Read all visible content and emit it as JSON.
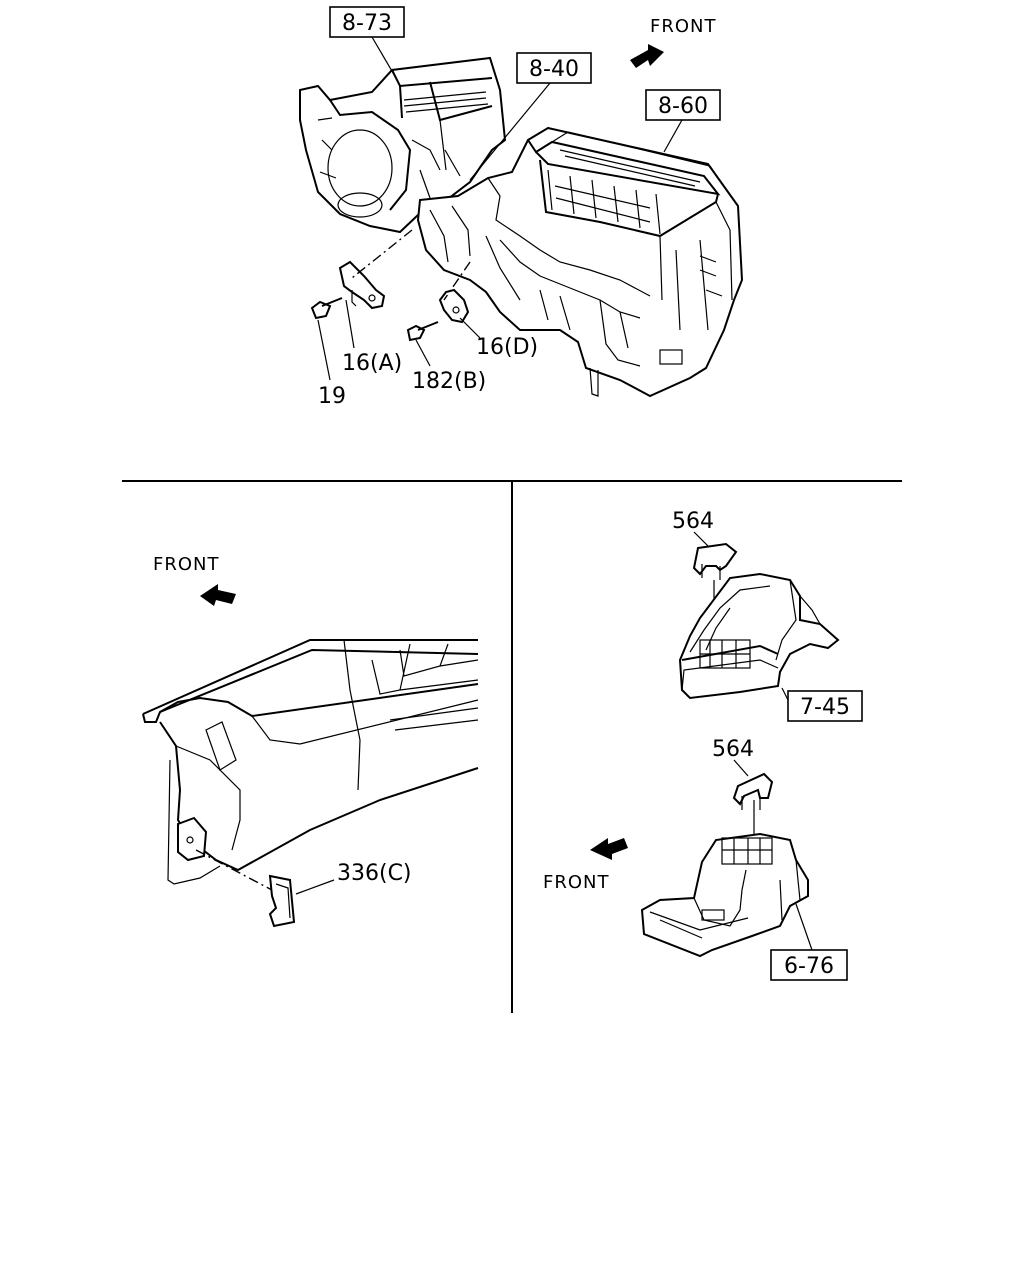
{
  "labels": {
    "ref_8_73": "8-73",
    "ref_8_40": "8-40",
    "ref_8_60": "8-60",
    "front_top": "FRONT",
    "part_16a": "16(A)",
    "part_19": "19",
    "part_182b": "182(B)",
    "part_16d": "16(D)",
    "front_left": "FRONT",
    "part_336c": "336(C)",
    "part_564_top": "564",
    "ref_7_45": "7-45",
    "part_564_bottom": "564",
    "front_right": "FRONT",
    "ref_6_76": "6-76"
  },
  "icons": {
    "front_arrow": "arrow-icon"
  }
}
